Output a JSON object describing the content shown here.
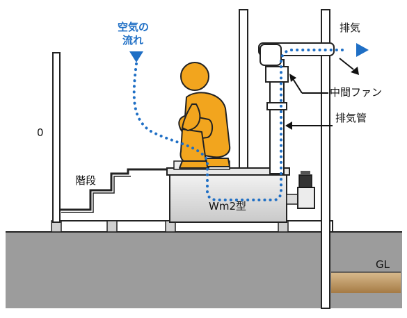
{
  "labels": {
    "air_flow_line1": "空気の",
    "air_flow_line2": "流れ",
    "exhaust": "排気",
    "inline_fan": "中間ファン",
    "exhaust_pipe": "排気管",
    "stairs": "階段",
    "unit_model": "Wm2型",
    "ground_level": "GL"
  },
  "colors": {
    "airflow": "#1f6fc5",
    "person": "#f2a51e",
    "ground": "#9a9a9a",
    "soil": "#b58a55"
  }
}
